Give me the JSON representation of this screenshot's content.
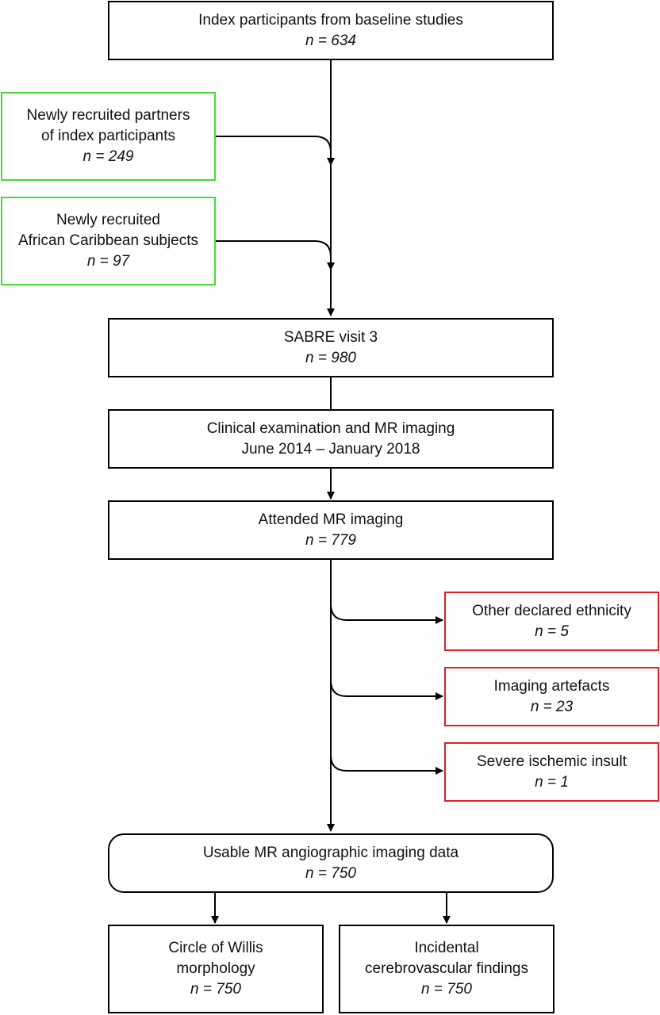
{
  "boxes": {
    "index": {
      "title": "Index participants from baseline studies",
      "n": "n = 634"
    },
    "partners": {
      "title_1": "Newly recruited partners",
      "title_2": "of index participants",
      "n": "n = 249"
    },
    "african": {
      "title_1": "Newly recruited",
      "title_2": "African Caribbean subjects",
      "n": "n = 97"
    },
    "sabre": {
      "title": "SABRE visit 3",
      "n": "n = 980"
    },
    "clinical": {
      "title": "Clinical examination and MR imaging",
      "subtitle": "June 2014 – January 2018"
    },
    "attended": {
      "title": "Attended MR imaging",
      "n": "n = 779"
    },
    "other_ethnicity": {
      "title": "Other declared ethnicity",
      "n": "n = 5"
    },
    "artefacts": {
      "title": "Imaging artefacts",
      "n": "n = 23"
    },
    "ischemic": {
      "title": "Severe ischemic insult",
      "n": "n = 1"
    },
    "usable": {
      "title": "Usable MR angiographic imaging data",
      "n": "n = 750"
    },
    "willis": {
      "title_1": "Circle of Willis",
      "title_2": "morphology",
      "n": "n = 750"
    },
    "incidental": {
      "title_1": "Incidental",
      "title_2": "cerebrovascular findings",
      "n": "n = 750"
    }
  },
  "colors": {
    "main_border": "#000000",
    "added_border": "#44dd33",
    "excluded_border": "#dd2222"
  }
}
